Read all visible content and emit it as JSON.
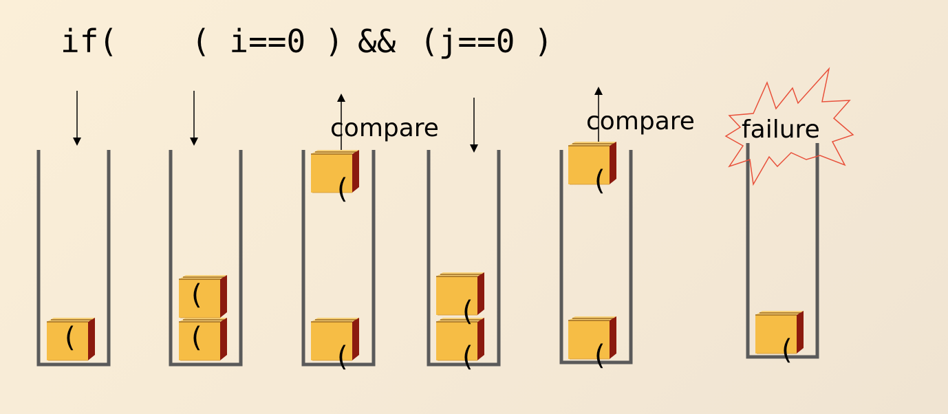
{
  "code": {
    "if": "if(",
    "cond1": "( i==0 )",
    "and": "&&",
    "cond2": "(j==0 )"
  },
  "labels": {
    "compare_1": "compare",
    "compare_2": "compare",
    "failure": "failure"
  },
  "box_symbol": "(",
  "colors": {
    "box_front": "#f6bd45",
    "box_top": "#f8d27a",
    "box_side": "#8b1a0e",
    "container": "#5a5a5a",
    "failure_star": "#e8503a"
  }
}
